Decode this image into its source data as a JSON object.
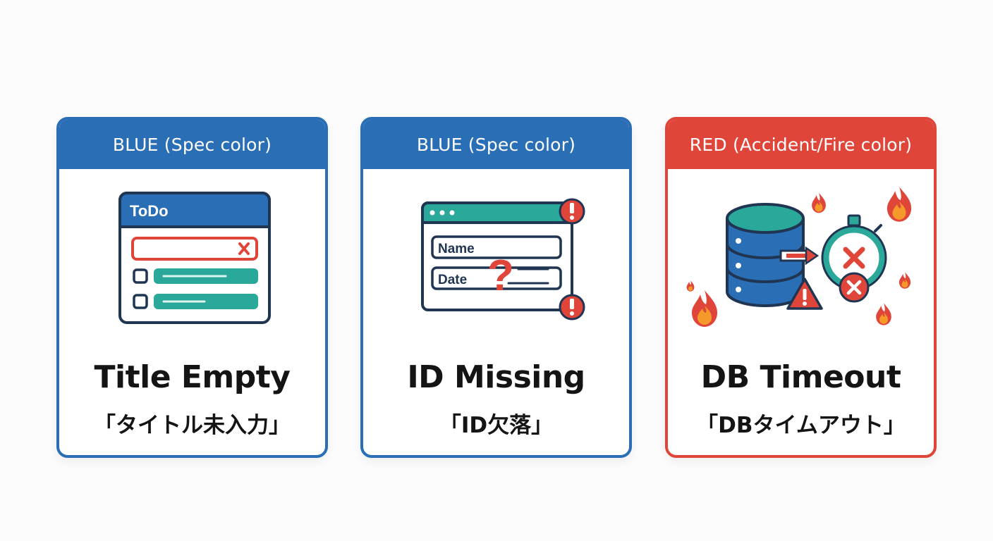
{
  "colors": {
    "blue": "#2a6fb5",
    "red": "#e0453a",
    "teal": "#2aa89a",
    "navy": "#1f3552",
    "orange": "#f59a2a"
  },
  "cards": [
    {
      "header": "BLUE (Spec color)",
      "title": "Title Empty",
      "subtitle": "「タイトル未入力」",
      "illustration": {
        "window_title": "ToDo",
        "icons": [
          "close-x-icon",
          "checkbox-icon",
          "checkbox-icon"
        ]
      }
    },
    {
      "header": "BLUE (Spec color)",
      "title": "ID Missing",
      "subtitle": "「ID欠落」",
      "illustration": {
        "field_1": "Name",
        "field_2": "Date",
        "icons": [
          "question-mark-icon",
          "alert-circle-icon",
          "alert-circle-icon"
        ]
      }
    },
    {
      "header": "RED (Accident/Fire color)",
      "title": "DB Timeout",
      "subtitle": "「DBタイムアウト」",
      "illustration": {
        "icons": [
          "database-icon",
          "arrow-right-icon",
          "stopwatch-icon",
          "warning-triangle-icon",
          "error-circle-icon",
          "fire-icon"
        ]
      }
    }
  ]
}
